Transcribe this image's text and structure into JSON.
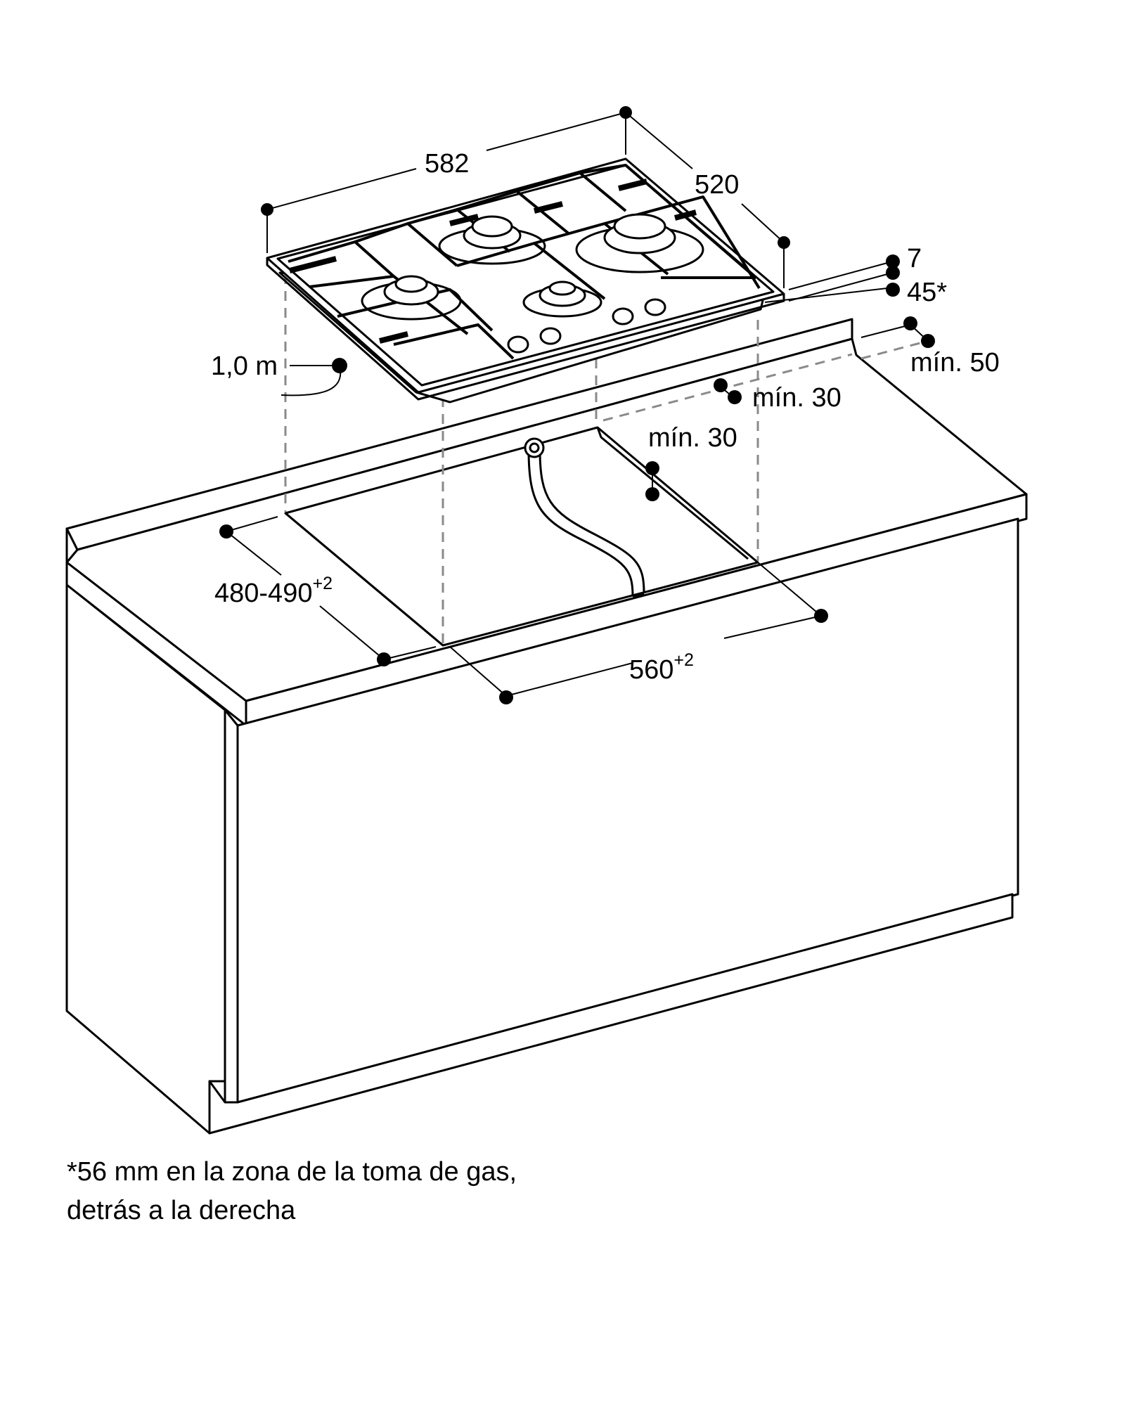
{
  "dimensions": {
    "hob_width": "582",
    "hob_depth": "520",
    "frame_thickness": "7",
    "hob_height": "45*",
    "rear_min": "mín. 50",
    "back_min": "mín. 30",
    "side_min": "mín. 30",
    "cable_length": "1,0 m",
    "cutout_depth": "480-490",
    "cutout_depth_tol": "+2",
    "cutout_width": "560",
    "cutout_width_tol": "+2"
  },
  "footnote": {
    "line1": "*56 mm en la zona de la toma de gas,",
    "line2": "detrás a la derecha"
  },
  "colors": {
    "ink": "#000000",
    "dash": "#8a8a8a",
    "background": "#ffffff"
  }
}
